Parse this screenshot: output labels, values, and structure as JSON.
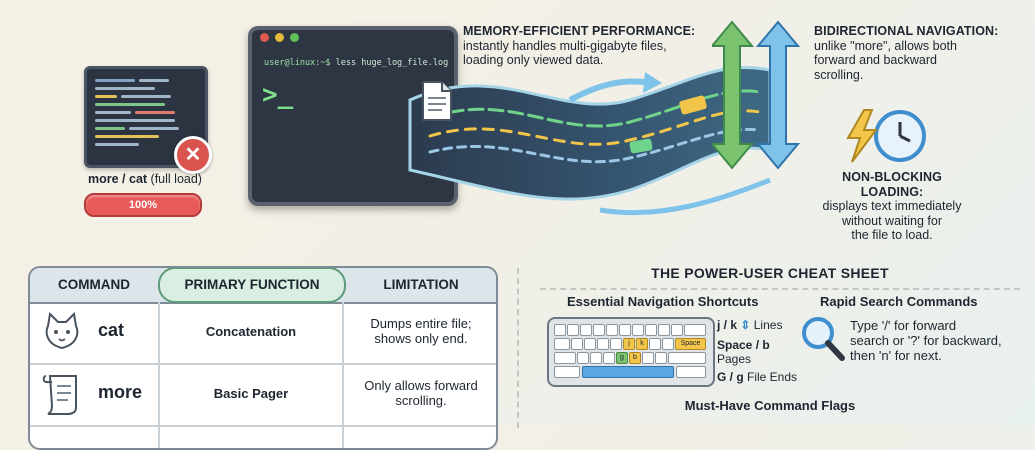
{
  "mini_terminal": {
    "label_bold": "more / cat",
    "label_rest": " (full load)",
    "progress_text": "100%",
    "progress_value": 1.0,
    "error_icon": "x-circle-icon"
  },
  "terminal": {
    "prompt_user": "user@linux:~$",
    "command": " less huge_log_file.log",
    "cursor": ">_"
  },
  "annotations": {
    "memory_title": "MEMORY-EFFICIENT PERFORMANCE:",
    "memory_body": [
      "instantly handles multi-gigabyte files,",
      "loading only viewed data."
    ],
    "bidir_title": "BIDIRECTIONAL NAVIGATION:",
    "bidir_body": [
      "unlike \"more\", allows both",
      "forward and backward",
      "scrolling."
    ],
    "nonblock_title": "NON-BLOCKING LOADING:",
    "nonblock_body": [
      "displays text immediately",
      "without waiting for",
      "the file to load."
    ]
  },
  "table": {
    "headers": [
      "COMMAND",
      "PRIMARY FUNCTION",
      "LIMITATION"
    ],
    "rows": [
      {
        "command": "cat",
        "icon": "cat-icon",
        "function": "Concatenation",
        "limitation": [
          "Dumps entire file;",
          "shows only end."
        ]
      },
      {
        "command": "more",
        "icon": "scroll-icon",
        "function": "Basic Pager",
        "limitation": [
          "Only allows forward",
          "scrolling."
        ]
      }
    ]
  },
  "cheat_sheet": {
    "title": "THE POWER-USER CHEAT SHEET",
    "nav_title": "Essential Navigation Shortcuts",
    "search_title": "Rapid Search Commands",
    "shortcuts": [
      {
        "keys": "j / k",
        "desc": " Lines"
      },
      {
        "keys": "Space / b",
        "desc": "Pages"
      },
      {
        "keys": "G / g",
        "desc": " File Ends"
      }
    ],
    "keyboard_keys": {
      "j": "j",
      "k": "k",
      "b": "b",
      "g": "g",
      "space": "Space"
    },
    "search_text": [
      "Type '/' for forward",
      "search or '?' for backward,",
      "then 'n' for next."
    ],
    "flags_title": "Must-Have Command Flags"
  },
  "colors": {
    "accent_green": "#5fb66a",
    "accent_blue": "#3f8fd0",
    "error_red": "#e85a5a",
    "terminal_bg": "#2d3642"
  }
}
